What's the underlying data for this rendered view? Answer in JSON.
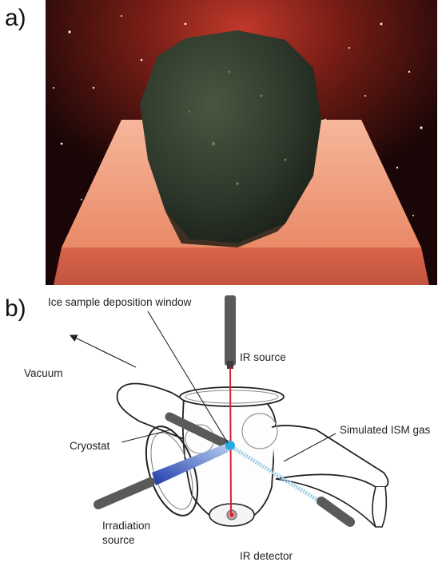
{
  "panels": {
    "a": {
      "label": "a)"
    },
    "b": {
      "label": "b)"
    }
  },
  "diagram_labels": {
    "ice_window": "Ice sample deposition window",
    "ir_source": "IR source",
    "vacuum": "Vacuum",
    "cryostat": "Cryostat",
    "ism_gas": "Simulated ISM gas",
    "irradiation_1": "Irradiation",
    "irradiation_2": "source",
    "ir_detector": "IR detector"
  },
  "colors": {
    "meteorite_backdrop_red": "#b8362a",
    "pedestal_orange": "#e07a5f",
    "meteorite_rock": "#2f3a2c",
    "ir_beam": "#d9202a",
    "irradiation_blue": "#2a4fc4",
    "gas_stream": "#9ecde6"
  },
  "icons": {
    "photo": "meteorite-photo",
    "diagram": "ism-ice-chamber-diagram"
  }
}
